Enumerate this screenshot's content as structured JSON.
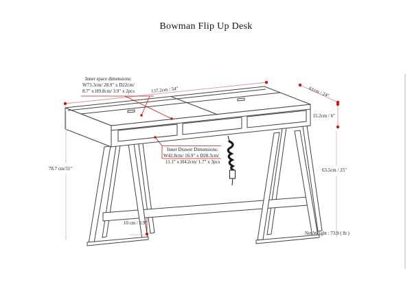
{
  "page": {
    "title": "Bowman Flip Up Desk"
  },
  "labels": {
    "inner_space": {
      "l1": "Inner space dimensions:",
      "l2": "W73.3cm/ 28.9\" x D22cm/",
      "l3": "8.7\" x H9.8cm/ 3.9\" x 2pcs"
    },
    "inner_drawer": {
      "l1": "Inner Drawer Dimensions:",
      "l2": "W42.8cm/ 16.9\" x D28.3cm/",
      "l3": "11.1\" x H4.2cm/ 1.7\" x 3pcs"
    }
  },
  "dims": {
    "width": "137.2cm / 54\"",
    "depth": "61cm / 24\"",
    "top_height": "15.2cm / 6\"",
    "overall_height": "78.7 cm/31\"",
    "leg_height": "63.5cm / 25\"",
    "clearance": "10 cm / 3.9\"",
    "net_weight": "Net Weight : 73.9 ( lb )"
  },
  "colors": {
    "dimension_red": "#cc1515",
    "dimension_mid": "#dd9595",
    "dimension_light": "#eabcbc",
    "line_art": "#414141"
  }
}
